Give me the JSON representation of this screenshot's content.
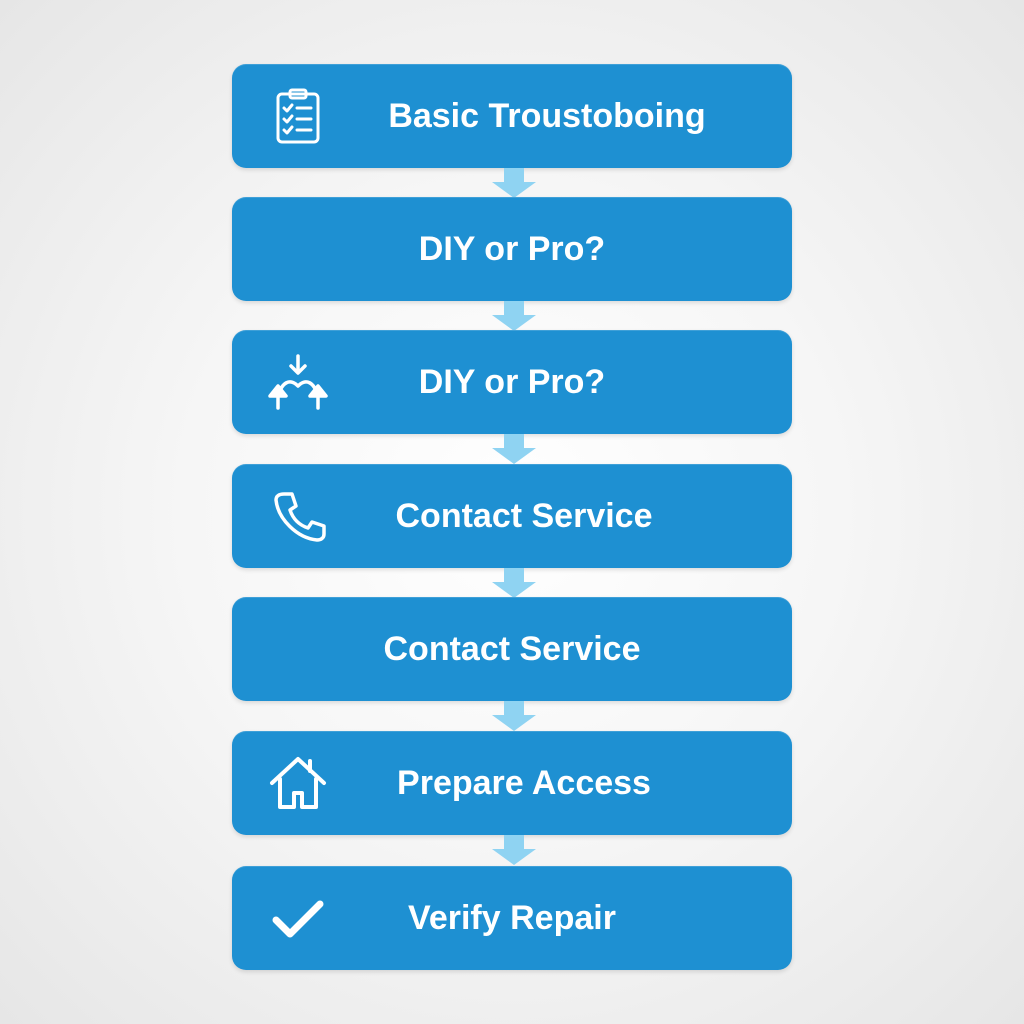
{
  "steps": [
    {
      "label": "Basic Troustoboing",
      "icon": "clipboard-checklist-icon"
    },
    {
      "label": "DIY or Pro?",
      "icon": ""
    },
    {
      "label": "DIY or Pro?",
      "icon": "decision-arrows-icon"
    },
    {
      "label": "Contact Service",
      "icon": "phone-icon"
    },
    {
      "label": "Contact Service",
      "icon": ""
    },
    {
      "label": "Prepare Access",
      "icon": "house-icon"
    },
    {
      "label": "Verify Repair",
      "icon": "checkmark-icon"
    }
  ],
  "colors": {
    "box": "#1e90d2",
    "text": "#ffffff",
    "connector": "#8fd3f2"
  }
}
